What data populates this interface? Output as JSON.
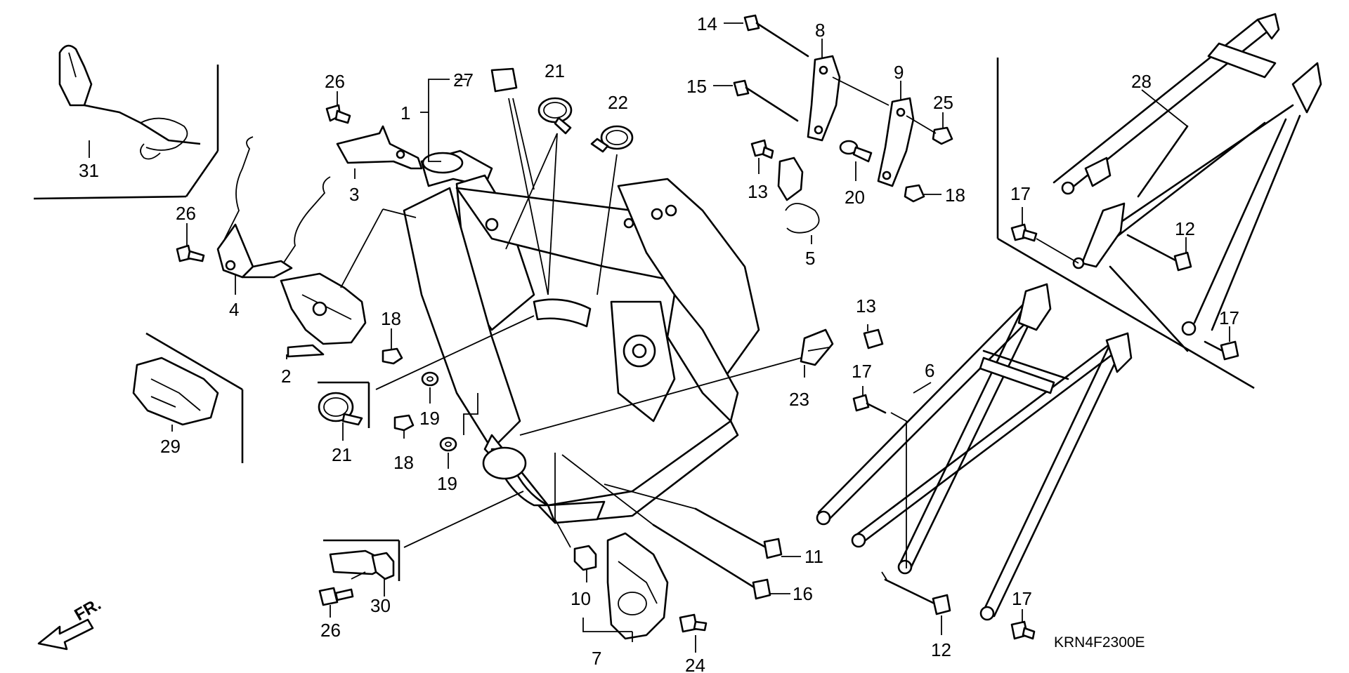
{
  "callouts": [
    {
      "id": "c1",
      "text": "1"
    },
    {
      "id": "c2",
      "text": "2"
    },
    {
      "id": "c3",
      "text": "3"
    },
    {
      "id": "c4",
      "text": "4"
    },
    {
      "id": "c5",
      "text": "5"
    },
    {
      "id": "c6",
      "text": "6"
    },
    {
      "id": "c7",
      "text": "7"
    },
    {
      "id": "c8",
      "text": "8"
    },
    {
      "id": "c9",
      "text": "9"
    },
    {
      "id": "c10",
      "text": "10"
    },
    {
      "id": "c11",
      "text": "11"
    },
    {
      "id": "c12a",
      "text": "12"
    },
    {
      "id": "c12b",
      "text": "12"
    },
    {
      "id": "c13a",
      "text": "13"
    },
    {
      "id": "c13b",
      "text": "13"
    },
    {
      "id": "c14",
      "text": "14"
    },
    {
      "id": "c15",
      "text": "15"
    },
    {
      "id": "c16",
      "text": "16"
    },
    {
      "id": "c17a",
      "text": "17"
    },
    {
      "id": "c17b",
      "text": "17"
    },
    {
      "id": "c17c",
      "text": "17"
    },
    {
      "id": "c17d",
      "text": "17"
    },
    {
      "id": "c18a",
      "text": "18"
    },
    {
      "id": "c18b",
      "text": "18"
    },
    {
      "id": "c18c",
      "text": "18"
    },
    {
      "id": "c19a",
      "text": "19"
    },
    {
      "id": "c19b",
      "text": "19"
    },
    {
      "id": "c20",
      "text": "20"
    },
    {
      "id": "c21a",
      "text": "21"
    },
    {
      "id": "c21b",
      "text": "21"
    },
    {
      "id": "c22",
      "text": "22"
    },
    {
      "id": "c23",
      "text": "23"
    },
    {
      "id": "c24",
      "text": "24"
    },
    {
      "id": "c25",
      "text": "25"
    },
    {
      "id": "c26a",
      "text": "26"
    },
    {
      "id": "c26b",
      "text": "26"
    },
    {
      "id": "c26c",
      "text": "26"
    },
    {
      "id": "c27",
      "text": "27"
    },
    {
      "id": "c28",
      "text": "28"
    },
    {
      "id": "c29",
      "text": "29"
    },
    {
      "id": "c30",
      "text": "30"
    },
    {
      "id": "c31",
      "text": "31"
    }
  ],
  "direction_label": "FR.",
  "diagram_code": "KRN4F2300E"
}
